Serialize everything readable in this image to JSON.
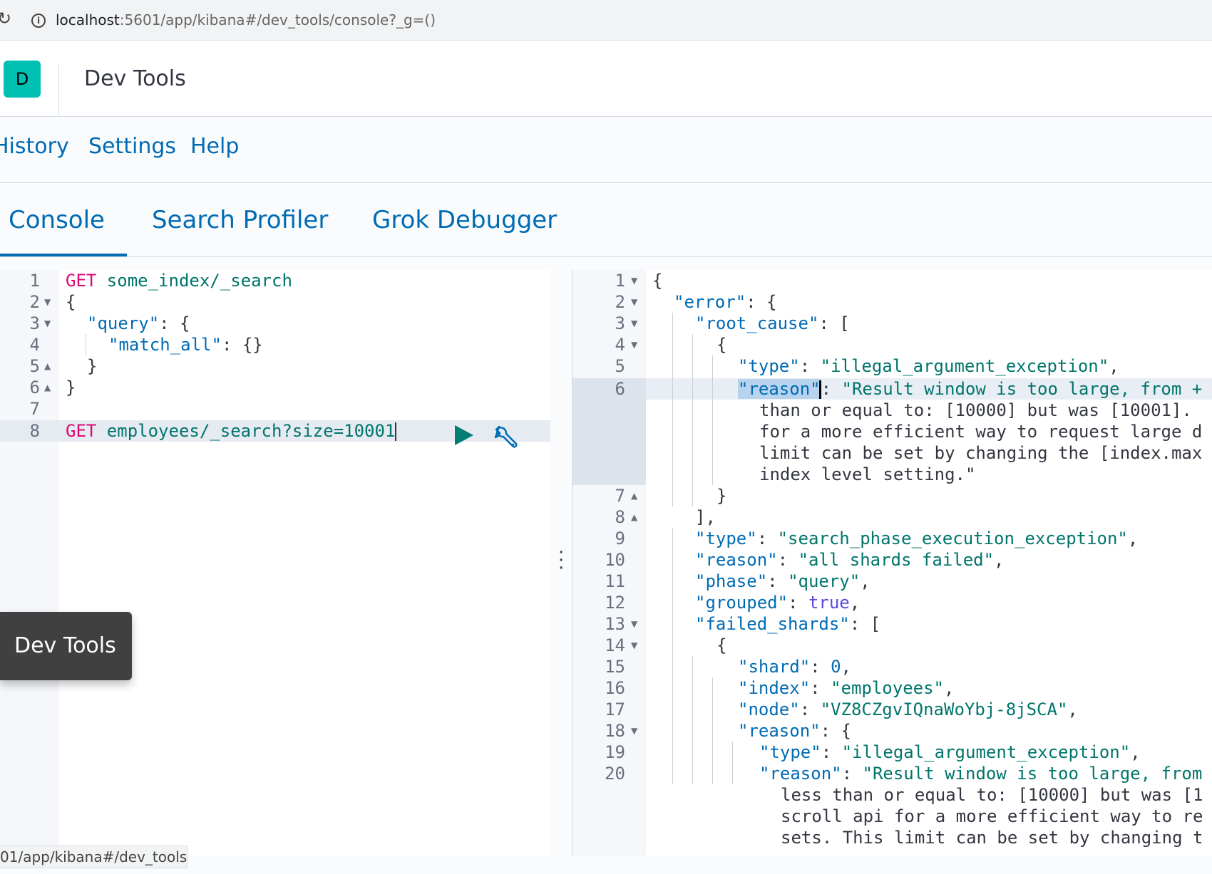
{
  "browser": {
    "url_host": "localhost",
    "url_rest": ":5601/app/kibana#/dev_tools/console?_g=()"
  },
  "header": {
    "avatar_letter": "D",
    "title": "Dev Tools"
  },
  "topnav": {
    "history": "History",
    "settings": "Settings",
    "help": "Help"
  },
  "tabs": {
    "console": "Console",
    "profiler": "Search Profiler",
    "grok": "Grok Debugger"
  },
  "editor": {
    "line_numbers": [
      "1",
      "2",
      "3",
      "4",
      "5",
      "6",
      "7",
      "8"
    ],
    "line1_method": "GET",
    "line1_path": " some_index/_search",
    "line2": "{",
    "line3_key": "\"query\"",
    "line3_rest": ": {",
    "line4_key": "\"match_all\"",
    "line4_rest": ": {}",
    "line5": "}",
    "line6": "}",
    "line8_method": "GET",
    "line8_path": " employees/_search?size=10001"
  },
  "output": {
    "line_numbers": [
      "1",
      "2",
      "3",
      "4",
      "5",
      "6",
      "7",
      "8",
      "9",
      "10",
      "11",
      "12",
      "13",
      "14",
      "15",
      "16",
      "17",
      "18",
      "19",
      "20"
    ],
    "l1": "{",
    "l2_key": "\"error\"",
    "l2_rest": ": {",
    "l3_key": "\"root_cause\"",
    "l3_rest": ": [",
    "l4": "{",
    "l5_key": "\"type\"",
    "l5_val": "\"illegal_argument_exception\"",
    "l6_key": "\"reason\"",
    "l6_val": "\"Result window is too large, from +",
    "l6_w1": "than or equal to: [10000] but was [10001].",
    "l6_w2": "for a more efficient way to request large d",
    "l6_w3": "limit can be set by changing the [index.max",
    "l6_w4": "index level setting.\"",
    "l7": "}",
    "l8": "],",
    "l9_key": "\"type\"",
    "l9_val": "\"search_phase_execution_exception\"",
    "l10_key": "\"reason\"",
    "l10_val": "\"all shards failed\"",
    "l11_key": "\"phase\"",
    "l11_val": "\"query\"",
    "l12_key": "\"grouped\"",
    "l12_val": "true",
    "l13_key": "\"failed_shards\"",
    "l13_rest": ": [",
    "l14": "{",
    "l15_key": "\"shard\"",
    "l15_val": "0",
    "l16_key": "\"index\"",
    "l16_val": "\"employees\"",
    "l17_key": "\"node\"",
    "l17_val": "\"VZ8CZgvIQnaWoYbj-8jSCA\"",
    "l18_key": "\"reason\"",
    "l18_rest": ": {",
    "l19_key": "\"type\"",
    "l19_val": "\"illegal_argument_exception\"",
    "l20_key": "\"reason\"",
    "l20_val": "\"Result window is too large, from",
    "l20_w1": "less than or equal to: [10000] but was [1",
    "l20_w2": "scroll api for a more efficient way to re",
    "l20_w3": "sets. This limit can be set by changing t"
  },
  "tooltip": "Dev Tools",
  "statusbar": "01/app/kibana#/dev_tools",
  "colors": {
    "accent": "#006bb4",
    "play": "#017d73",
    "avatar": "#00bfb3",
    "method": "#dd0a73"
  },
  "icons": [
    "reload-icon",
    "info-icon",
    "play-icon",
    "wrench-icon",
    "resize-handle-icon"
  ]
}
